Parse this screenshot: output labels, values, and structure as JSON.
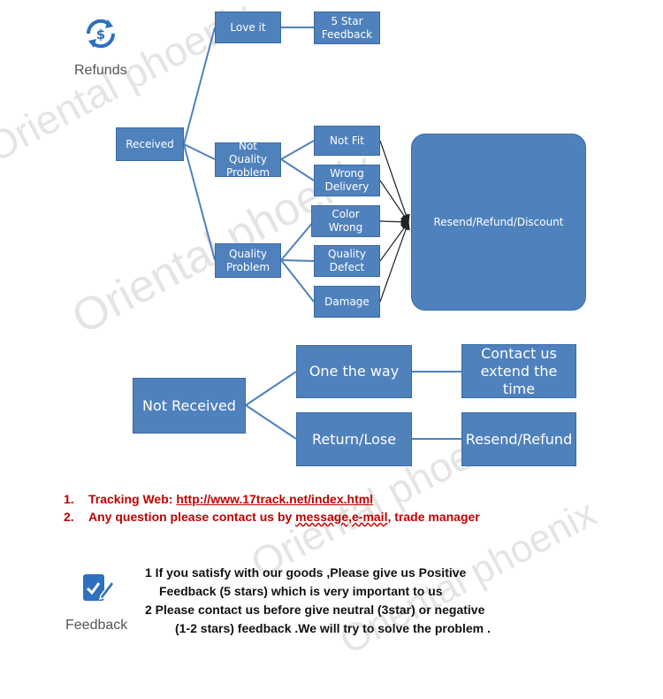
{
  "refunds": {
    "label": "Refunds",
    "icon": "dollar-refund-icon"
  },
  "nodes": {
    "love_it": "Love it",
    "five_star": "5 Star Feedback",
    "received": "Received",
    "not_quality": "Not Quality Problem",
    "not_fit": "Not Fit",
    "wrong_delivery": "Wrong Delivery",
    "quality": "Quality Problem",
    "color_wrong": "Color Wrong",
    "quality_defect": "Quality Defect",
    "damage": "Damage",
    "resend_refund_discount": "Resend/Refund/Discount",
    "not_received": "Not Received",
    "one_the_way": "One the way",
    "return_lose": "Return/Lose",
    "contact_us": "Contact us extend the time",
    "resend_refund": "Resend/Refund"
  },
  "notes": {
    "n1_num": "1.",
    "n1_label": "Tracking Web: ",
    "n1_link": "http://www.17track.net/index.html",
    "n2_num": "2.",
    "n2_text_a": "Any question please contact us by ",
    "n2_text_b": "message,e-mail",
    "n2_text_c": ", trade manager"
  },
  "feedback": {
    "label": "Feedback",
    "icon": "feedback-edit-icon",
    "line1": "1  If  you  satisfy  with  our  goods  ,Please  give  us  Positive",
    "line2": "Feedback (5 stars) which is very important to us",
    "line3": "2   Please contact us before give neutral (3star) or negative",
    "line4": "(1-2 stars) feedback .We will try to solve the problem ."
  },
  "watermark": "Oriental phoenix",
  "colors": {
    "node": "#4f81bd",
    "node_border": "#3a6aa3",
    "connector": "#4f81bd",
    "red": "#c00000",
    "icon_blue": "#2f6fc0"
  }
}
